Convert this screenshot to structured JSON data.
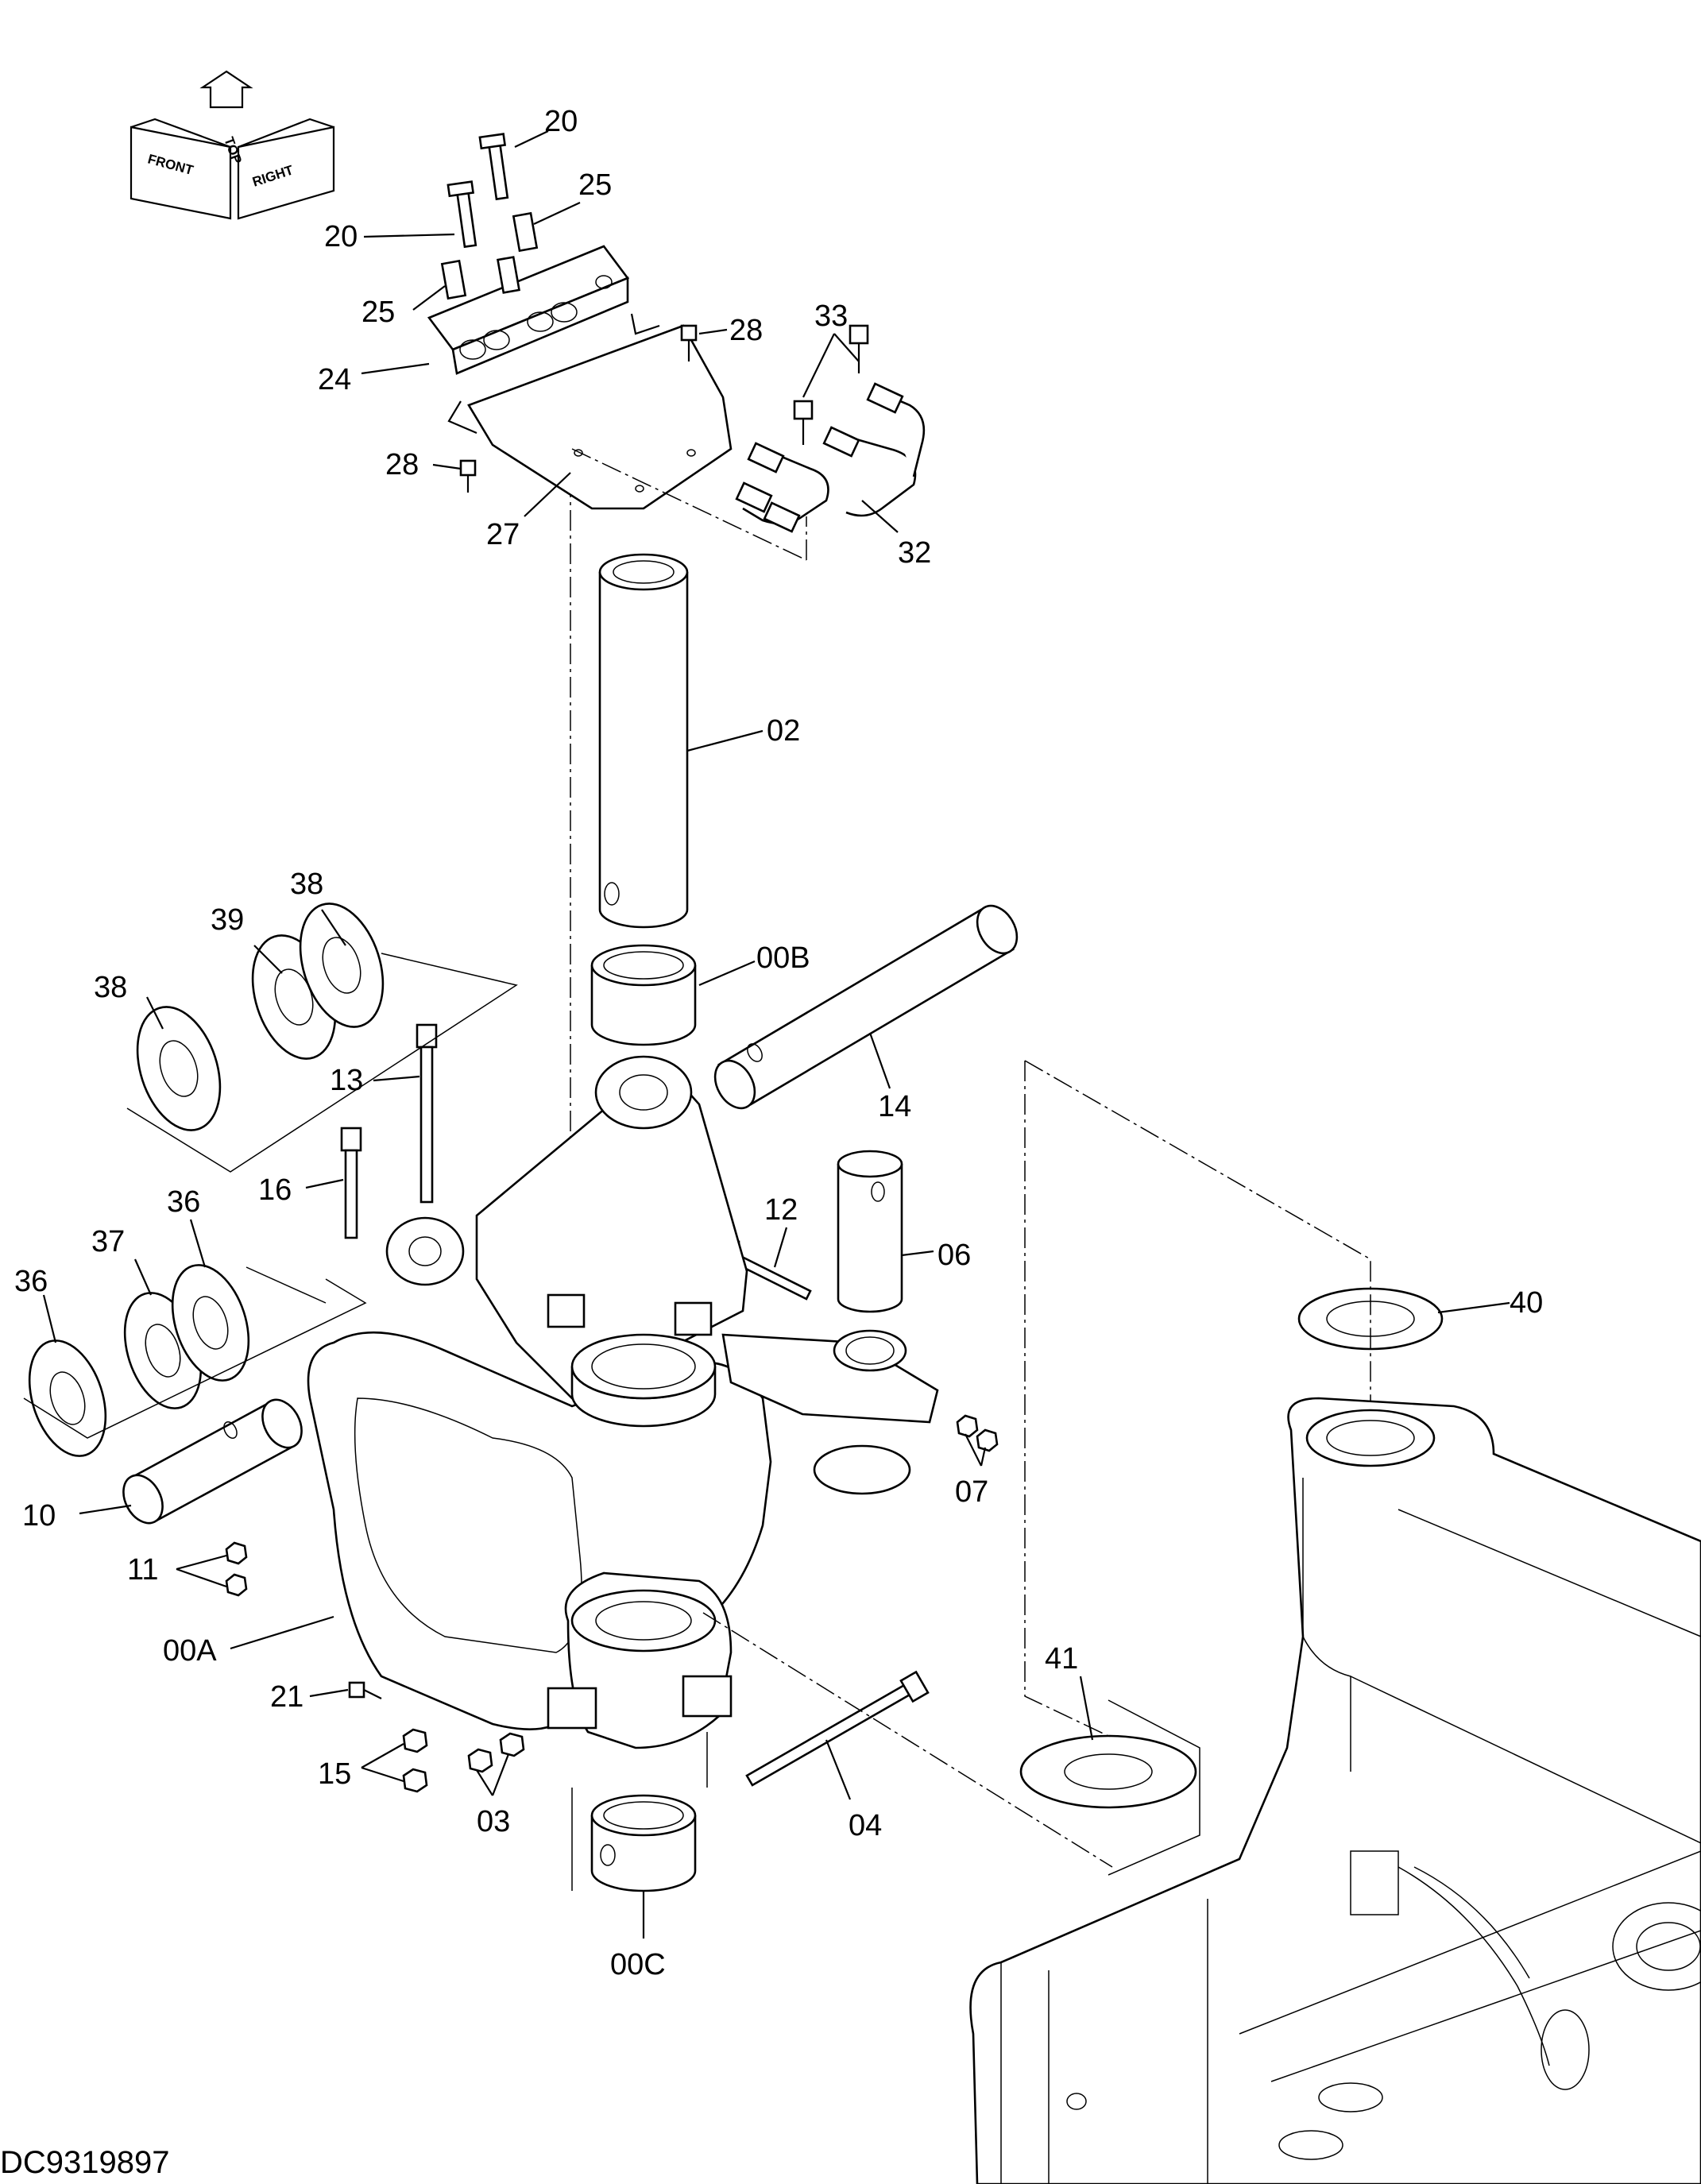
{
  "compass": {
    "top": "TOP",
    "front": "FRONT",
    "right": "RIGHT"
  },
  "drawing_code": "DC9319897",
  "callouts": {
    "c20a": "20",
    "c20b": "20",
    "c25a": "25",
    "c25b": "25",
    "c24": "24",
    "c28a": "28",
    "c28b": "28",
    "c33": "33",
    "c27": "27",
    "c32": "32",
    "c02": "02",
    "c38a": "38",
    "c39": "39",
    "c38b": "38",
    "c00B": "00B",
    "c13": "13",
    "c14": "14",
    "c16": "16",
    "c12": "12",
    "c36a": "36",
    "c37": "37",
    "c36b": "36",
    "c06": "06",
    "c40": "40",
    "c10": "10",
    "c07": "07",
    "c11": "11",
    "c00A": "00A",
    "c41": "41",
    "c21": "21",
    "c15": "15",
    "c03": "03",
    "c04": "04",
    "c00C": "00C"
  }
}
